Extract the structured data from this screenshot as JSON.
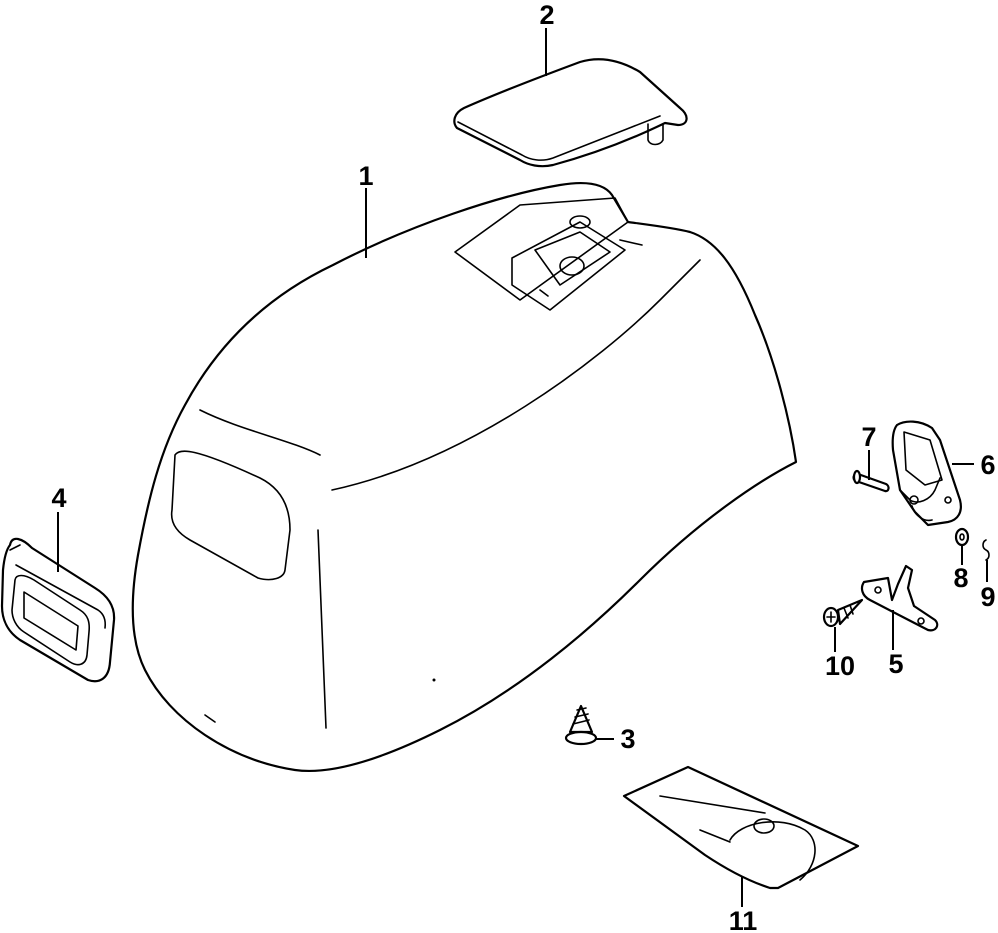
{
  "callouts": {
    "part_1": "1",
    "part_2": "2",
    "part_3": "3",
    "part_4": "4",
    "part_5": "5",
    "part_6": "6",
    "part_7": "7",
    "part_8": "8",
    "part_9": "9",
    "part_10": "10",
    "part_11": "11"
  },
  "colors": {
    "line": "#000000",
    "background": "#ffffff"
  }
}
